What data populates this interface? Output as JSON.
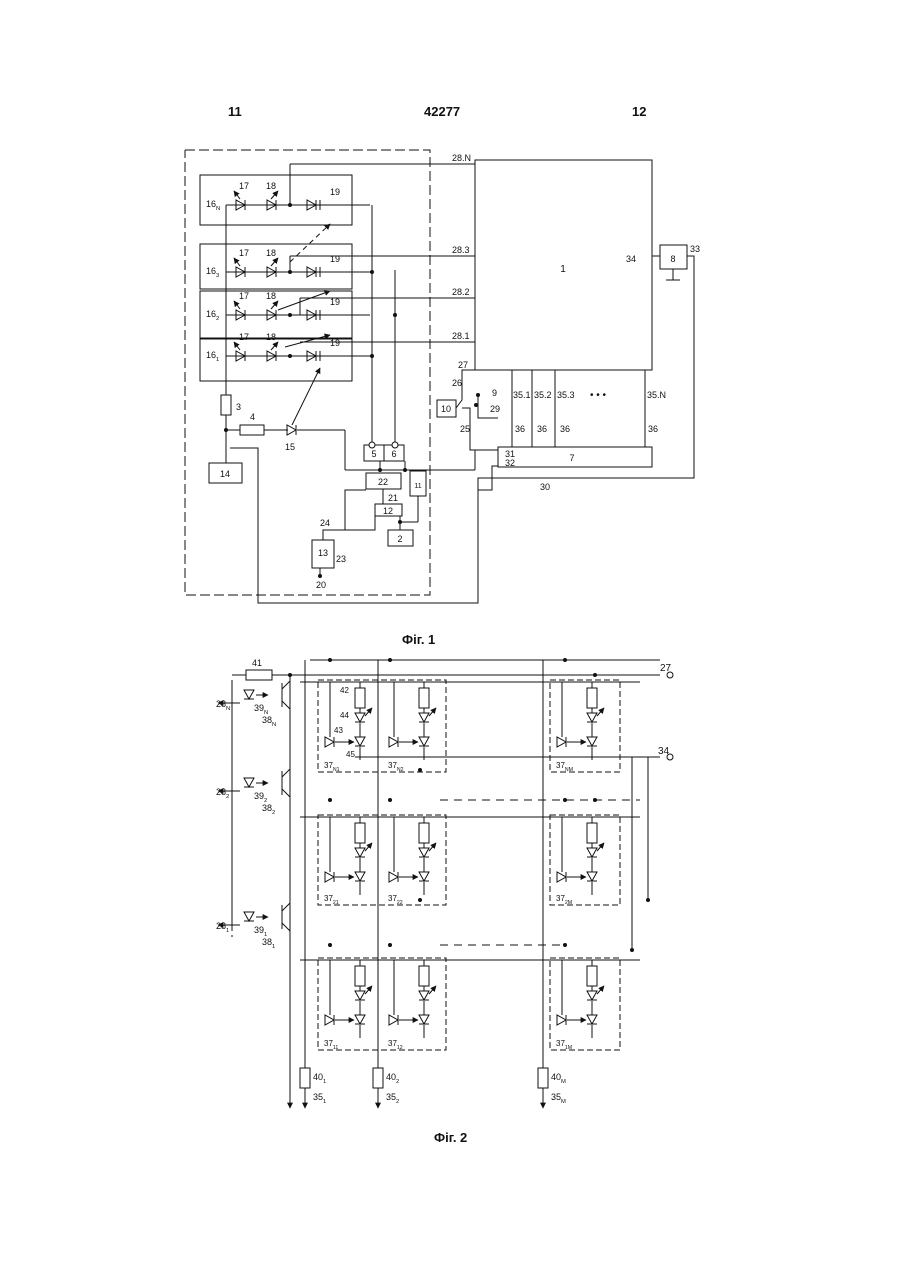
{
  "header": {
    "left": "11",
    "center": "42277",
    "right": "12"
  },
  "fig1": {
    "caption": "Фіг. 1",
    "main_block": "1",
    "blocks": {
      "b2": "2",
      "b3": "3",
      "b4": "4",
      "b5": "5",
      "b6": "6",
      "b7": "7",
      "b8": "8",
      "b9": "9",
      "b10": "10",
      "b11": "11",
      "b12": "12",
      "b13": "13",
      "b14": "14",
      "b15": "15",
      "b20": "20",
      "b21": "21",
      "b22": "22",
      "b23": "23",
      "b24": "24",
      "b25": "25",
      "b26": "26",
      "b27": "27",
      "b29": "29",
      "b30": "30",
      "b31": "31",
      "b32": "32",
      "b33": "33",
      "b34": "34"
    },
    "channels": [
      "16N",
      "163",
      "162",
      "161"
    ],
    "channel_main": "16",
    "channel_subs": [
      "N",
      "3",
      "2",
      "1"
    ],
    "diode_labels": {
      "d17": "17",
      "d18": "18",
      "d19": "19"
    },
    "ports": [
      "28.N",
      "28.3",
      "28.2",
      "28.1"
    ],
    "outs": [
      "35.1",
      "35.2",
      "35.3",
      "35.N"
    ],
    "dots": "•   •   •",
    "bus": "36"
  },
  "fig2": {
    "caption": "Фіг. 2",
    "term_27": "27",
    "term_34": "34",
    "labels": {
      "l41": "41",
      "l42": "42",
      "l43": "43",
      "l44": "44",
      "l45": "45"
    },
    "row_labels": [
      {
        "p": "28",
        "s": "N",
        "t": "39",
        "ts": "N",
        "k": "38",
        "ks": "N"
      },
      {
        "p": "28",
        "s": "2",
        "t": "39",
        "ts": "2",
        "k": "38",
        "ks": "2"
      },
      {
        "p": "28",
        "s": "1",
        "t": "39",
        "ts": "1",
        "k": "38",
        "ks": "1"
      }
    ],
    "cells": [
      [
        "37N1",
        "37N2",
        "37NM"
      ],
      [
        "3721",
        "3722",
        "372M"
      ],
      [
        "3711",
        "3712",
        "371M"
      ]
    ],
    "resistors": [
      {
        "r": "40",
        "rs": "1",
        "o": "35",
        "os": "1"
      },
      {
        "r": "40",
        "rs": "2",
        "o": "35",
        "os": "2"
      },
      {
        "r": "40",
        "rs": "M",
        "o": "35",
        "os": "M"
      }
    ]
  }
}
